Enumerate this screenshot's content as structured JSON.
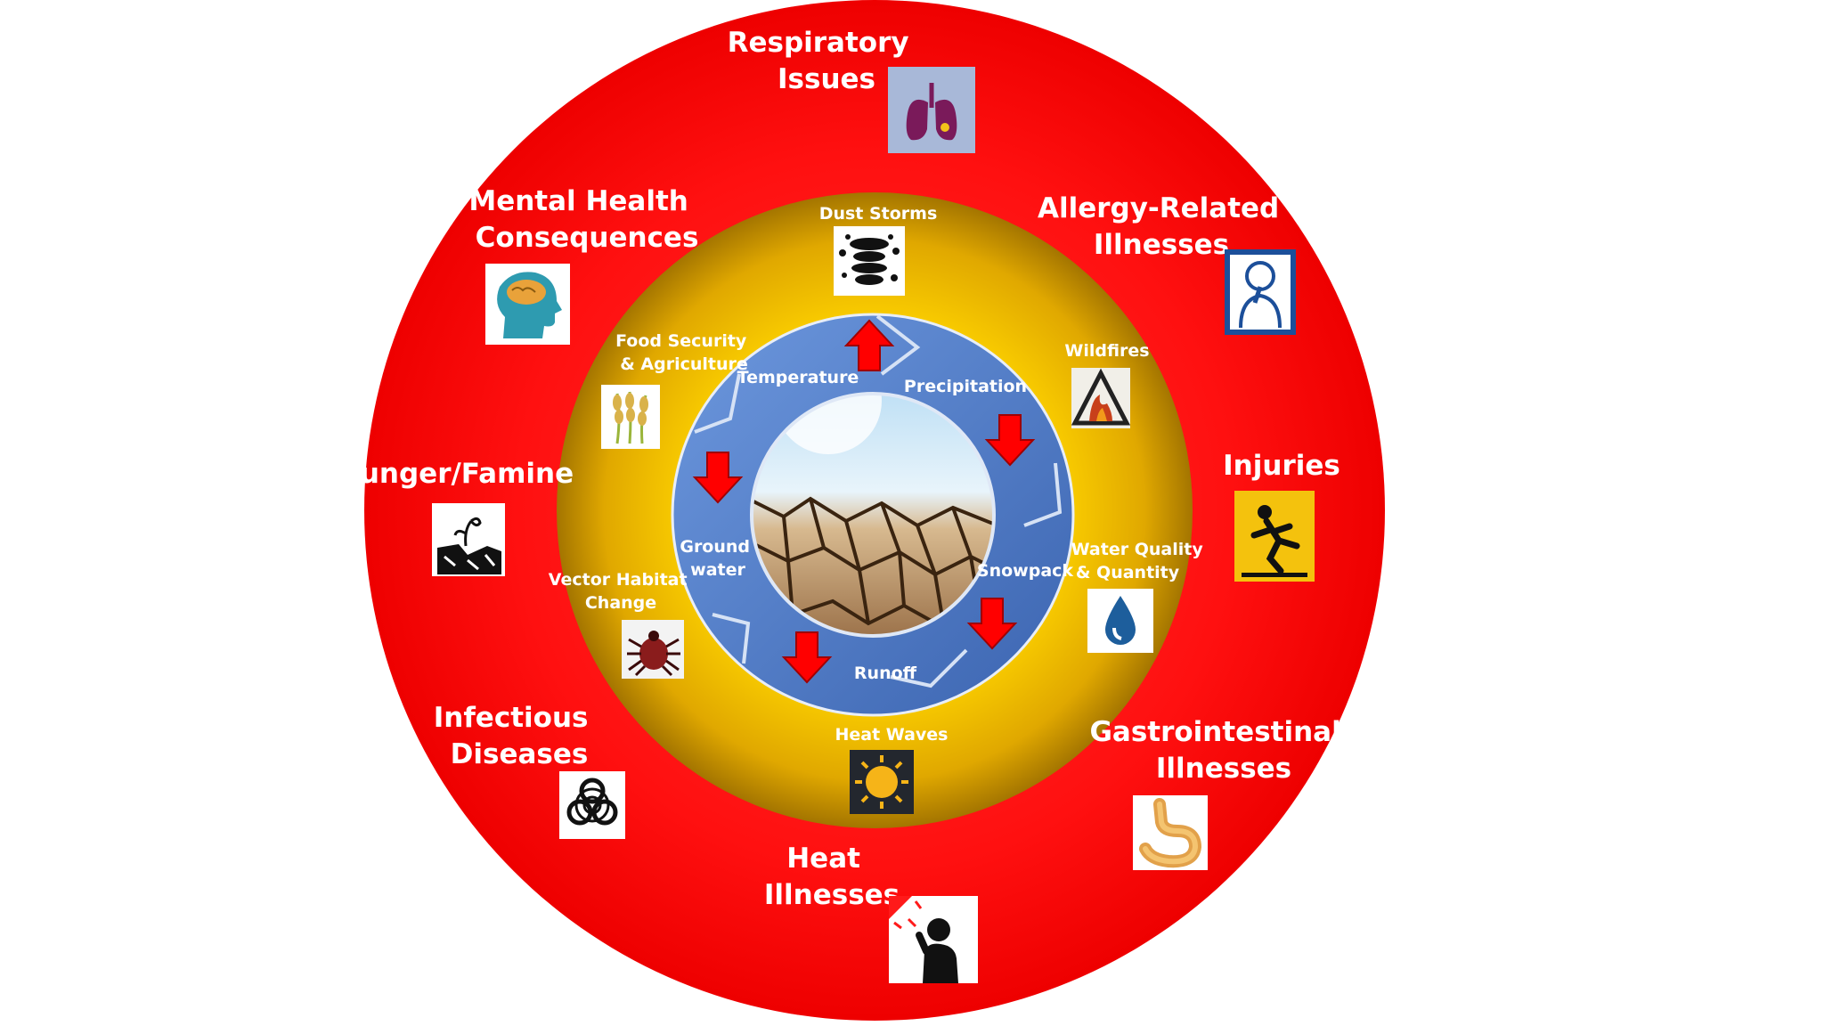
{
  "diagram": {
    "outer_ring": [
      {
        "lines": [
          "Respiratory",
          "Issues"
        ],
        "icon": "lungs-icon"
      },
      {
        "lines": [
          "Allergy-Related",
          "Illnesses"
        ],
        "icon": "allergy-person-icon"
      },
      {
        "lines": [
          "Injuries"
        ],
        "icon": "slip-fall-icon"
      },
      {
        "lines": [
          "Gastrointestinal",
          "Illnesses"
        ],
        "icon": "stomach-icon"
      },
      {
        "lines": [
          "Heat",
          "Illnesses"
        ],
        "icon": "heat-stroke-person-icon"
      },
      {
        "lines": [
          "Infectious",
          "Diseases"
        ],
        "icon": "biohazard-icon"
      },
      {
        "lines": [
          "Hunger/Famine"
        ],
        "icon": "withered-plant-icon"
      },
      {
        "lines": [
          "Mental Health",
          "Consequences"
        ],
        "icon": "brain-head-icon"
      }
    ],
    "middle_ring": [
      {
        "lines": [
          "Dust Storms"
        ],
        "icon": "dust-storm-icon"
      },
      {
        "lines": [
          "Wildfires"
        ],
        "icon": "wildfire-icon"
      },
      {
        "lines": [
          "Water Quality",
          "& Quantity"
        ],
        "icon": "water-drop-icon"
      },
      {
        "lines": [
          "Heat Waves"
        ],
        "icon": "sun-icon"
      },
      {
        "lines": [
          "Vector Habitat",
          "Change"
        ],
        "icon": "tick-icon"
      },
      {
        "lines": [
          "Food Security",
          "& Agriculture"
        ],
        "icon": "wheat-icon"
      }
    ],
    "inner_cycle": [
      {
        "lines": [
          "Temperature"
        ],
        "direction": "up"
      },
      {
        "lines": [
          "Precipitation"
        ],
        "direction": "down"
      },
      {
        "lines": [
          "Snowpack"
        ],
        "direction": "down"
      },
      {
        "lines": [
          "Runoff"
        ],
        "direction": "down"
      },
      {
        "lines": [
          "Ground",
          "water"
        ],
        "direction": "down"
      }
    ],
    "center": {
      "image": "cracked-dry-earth-icon"
    },
    "colors": {
      "outer_ring": "#ff0000",
      "middle_ring": "#ffd000",
      "cycle": "#4f7fcf",
      "arrow": "#ff0000"
    }
  }
}
